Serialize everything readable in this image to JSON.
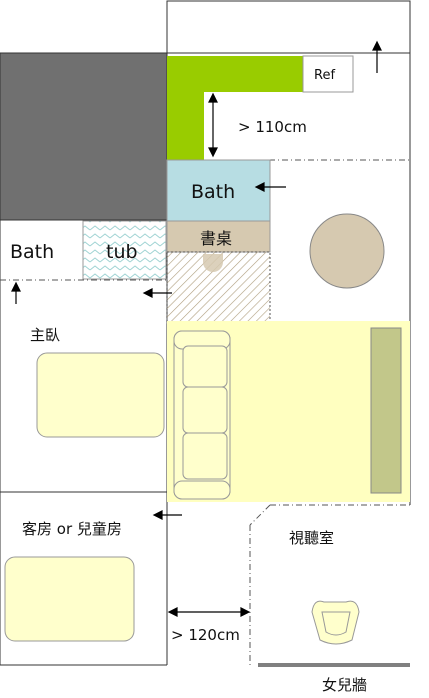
{
  "labels": {
    "ref": "Ref",
    "min_110": "> 110cm",
    "bath_upper": "Bath",
    "desk": "書桌",
    "bath_left": "Bath",
    "tub": "tub",
    "master_bedroom": "主臥",
    "guest_room": "客房 or 兒童房",
    "av_room": "視聽室",
    "min_120": "> 120cm",
    "daughter_wall": "女兒牆"
  },
  "colors": {
    "dark_block": "#707070",
    "green_counter": "#99cc00",
    "bath_fill": "#b7dde3",
    "desk_fill": "#d6c9b0",
    "living_fill": "#ffffc0",
    "sofa_fill": "#ffffcc",
    "tv_cabinet": "#c2c78a",
    "round_table": "#d6c9b0",
    "tub_pattern": "#9fd3d3",
    "hatch": "#b0a080",
    "parapet": "#808080"
  }
}
